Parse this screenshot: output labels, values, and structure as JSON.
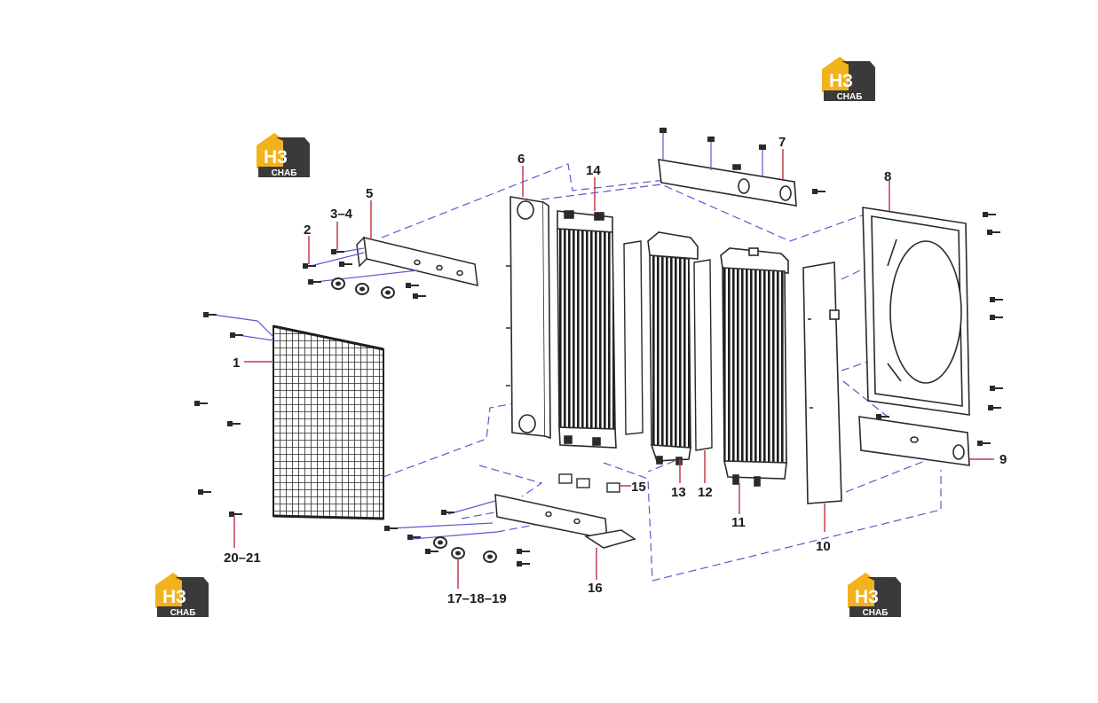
{
  "brand": {
    "logo_letters": "H3",
    "logo_text": "СНАБ",
    "colors": {
      "yellow": "#F2B21C",
      "dark": "#3A3A3A",
      "white": "#FFFFFF"
    }
  },
  "colors": {
    "leader": "#C23A4A",
    "dash": "#5A5ACF",
    "line": "#2a2a2a"
  },
  "callouts": {
    "c1": "1",
    "c2": "2",
    "c3_4": "3–4",
    "c5": "5",
    "c6": "6",
    "c7": "7",
    "c8": "8",
    "c9": "9",
    "c10": "10",
    "c11": "11",
    "c12": "12",
    "c13": "13",
    "c14": "14",
    "c15": "15",
    "c16": "16",
    "c17_19": "17–18–19",
    "c20_21": "20–21"
  }
}
